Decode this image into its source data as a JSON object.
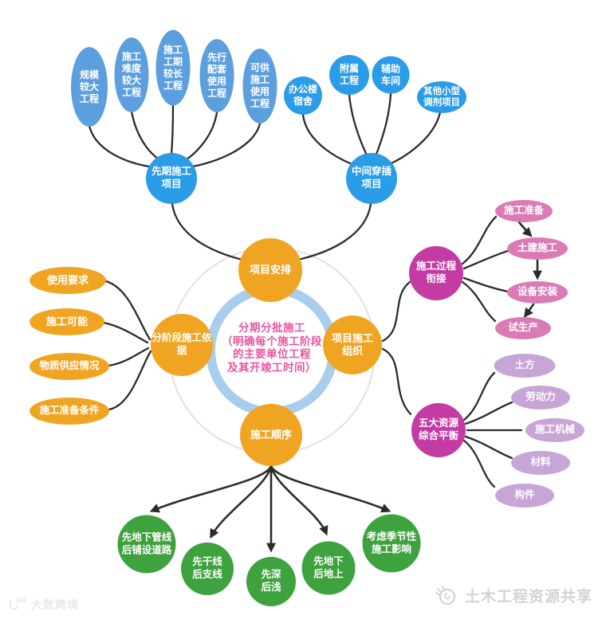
{
  "colors": {
    "soft_blue": "#5C9FDE",
    "bright_blue": "#2B9CE7",
    "orange": "#F0A522",
    "magenta": "#C43BA4",
    "pink": "#DA7BB5",
    "purple": "#C7A5D6",
    "green": "#3EA23E",
    "center_text_pink": "#E9559E",
    "ring_blue": "#A9CDEC",
    "outer_circle_gray": "#E2E2E2",
    "connector_dark": "#2B2B2B",
    "watermark_gray": "#D3D3D3"
  },
  "center": {
    "text": "分期分批施工\n（明确每个施工阶段\n的主要单位工程\n及其开竣工时间）"
  },
  "hubs": {
    "project_arrangement": "项目安排",
    "staged_construction_basis": "分阶段施工依\n据",
    "project_construction_org": "项目施工\n组织",
    "construction_sequence": "施工顺序",
    "early_construction_projects": "先期施工\n项目",
    "interlude_projects": "中间穿插\n项目",
    "process_convergence": "施工过程\n衔接",
    "five_resources_balance": "五大资源\n综合平衡"
  },
  "early_items": [
    "规模\n较大\n工程",
    "施工\n难度\n较大\n工程",
    "施工\n工期\n较长\n工程",
    "先行\n配套\n使用\n工程",
    "可供\n施工\n使用\n工程"
  ],
  "interlude_items": [
    "办公楼\n宿舍",
    "附属\n工程",
    "辅助\n车间",
    "其他小型\n调剂项目"
  ],
  "basis_items": [
    "使用要求",
    "施工可能",
    "物质供应情况",
    "施工准备条件"
  ],
  "process_items": [
    "施工准备",
    "土建施工",
    "设备安装",
    "试生产"
  ],
  "resource_items": [
    "土方",
    "劳动力",
    "施工机械",
    "材料",
    "构件"
  ],
  "sequence_items": [
    "先地下管线\n后铺设道路",
    "先干线\n后支线",
    "先深\n后浅",
    "先地下\n后地上",
    "考虑季节性\n施工影响"
  ],
  "watermarks": {
    "left": "大数跨境",
    "right": "土木工程资源共享"
  }
}
